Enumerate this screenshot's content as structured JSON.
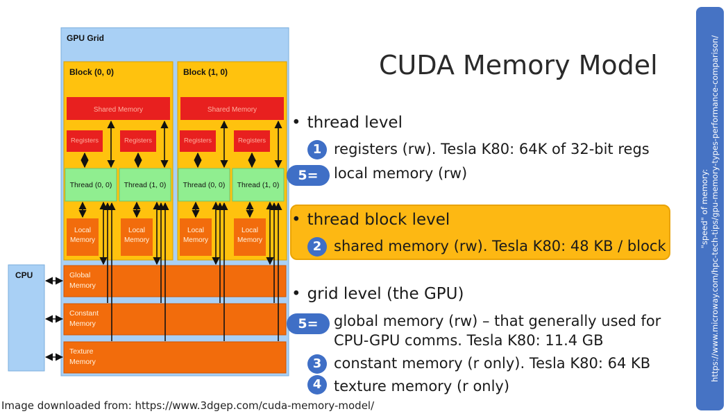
{
  "slide": {
    "title": "CUDA Memory Model",
    "credit": "Image downloaded from: https://www.3dgep.com/cuda-memory-model/"
  },
  "sidebar": {
    "line1": "\"speed\" of memory:",
    "line2": "https://www.microway.com/hpc-tech-tips/gpu-memory-types-performance-comparison/",
    "color": "#4673c4"
  },
  "sections": {
    "thread": {
      "heading": "thread level",
      "items": [
        {
          "badge": "1",
          "text": "registers (rw). Tesla K80: 64K of 32-bit regs"
        },
        {
          "badge": "5=",
          "text": "local memory (rw)"
        }
      ]
    },
    "block": {
      "heading": "thread block level",
      "highlight_color": "#fdb813",
      "items": [
        {
          "badge": "2",
          "text": "shared memory (rw). Tesla K80: 48 KB / block"
        }
      ]
    },
    "grid": {
      "heading": "grid level (the GPU)",
      "items": [
        {
          "badge": "5=",
          "text_line1": "global memory (rw) – that generally used for",
          "text_line2": "CPU-GPU comms. Tesla K80: 11.4 GB"
        },
        {
          "badge": "3",
          "text": "constant memory (r only). Tesla K80: 64 KB"
        },
        {
          "badge": "4",
          "text": "texture memory (r only)"
        }
      ]
    }
  },
  "diagram": {
    "grid_label": "GPU Grid",
    "cpu_label": "CPU",
    "blocks": [
      {
        "label": "Block (0, 0)",
        "shared": "Shared Memory",
        "threads": [
          "Thread (0, 0)",
          "Thread (1, 0)"
        ]
      },
      {
        "label": "Block (1, 0)",
        "shared": "Shared Memory",
        "threads": [
          "Thread (0, 0)",
          "Thread (1, 0)"
        ]
      }
    ],
    "registers_label": "Registers",
    "local_label": [
      "Local",
      "Memory"
    ],
    "global_label": [
      "Global",
      "Memory"
    ],
    "constant_label": [
      "Constant",
      "Memory"
    ],
    "texture_label": [
      "Texture",
      "Memory"
    ],
    "colors": {
      "grid": "#a9d0f5",
      "block": "#ffc20e",
      "shared": "#e8201f",
      "register": "#e8201f",
      "thread": "#90ee90",
      "local": "#f26c0c",
      "device_memory": "#f26c0c",
      "badge": "#3f6fc6"
    }
  }
}
